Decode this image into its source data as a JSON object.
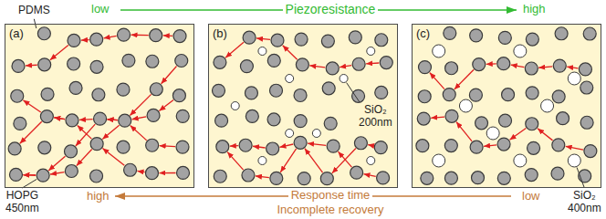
{
  "diagram": {
    "nodes": [
      {
        "text": [
          "(a)"
        ]
      },
      {
        "text": [
          "(b)"
        ]
      },
      {
        "text": [
          "(c)"
        ]
      }
    ],
    "labels": [
      "low",
      "Piezoresistance",
      "high",
      "PDMS",
      "SiO₂ 200nm",
      "HOPG 450nm",
      "SiO₂ 400nm",
      "high",
      "Response time",
      "Incomplete recovery",
      "low"
    ]
  }
}
